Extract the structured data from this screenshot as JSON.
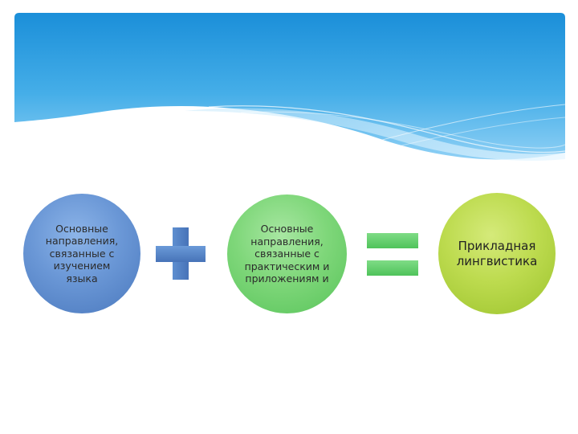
{
  "slide": {
    "circles": [
      {
        "text": "Основные направления, связанные с изучением языка"
      },
      {
        "text": "Основные направления, связанные с практическим и приложениям и"
      },
      {
        "text": "Прикладная лингвистика"
      }
    ],
    "operators": {
      "first": "plus",
      "second": "equals"
    },
    "colors": {
      "banner": "#3aa6e4",
      "circle_blue": "#6a97d6",
      "circle_green": "#7fd77a",
      "circle_lime": "#bddb4f",
      "plus": "#4f7fc4",
      "equals": "#5fcf68"
    }
  }
}
